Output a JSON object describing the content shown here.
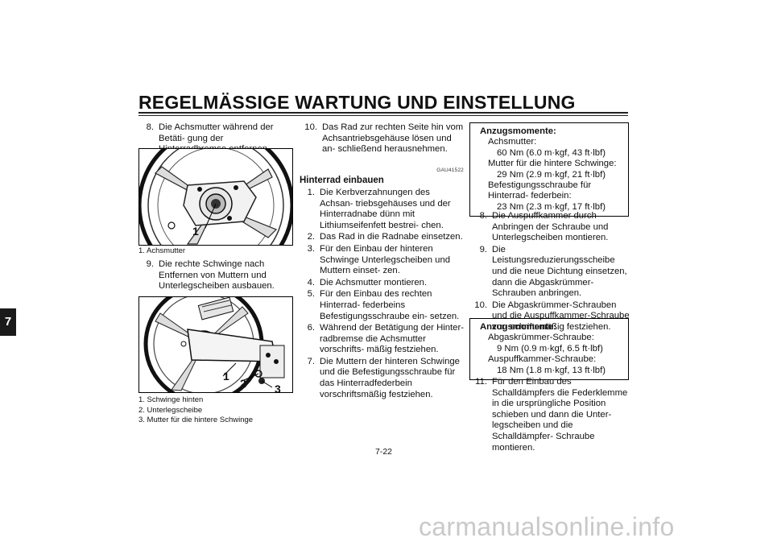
{
  "header": {
    "title": "REGELMÄSSIGE WARTUNG UND EINSTELLUNG",
    "chapter_tab": "7"
  },
  "left": {
    "step8": {
      "num": "8.",
      "text": "Die Achsmutter während der Betäti- gung der Hinterradbremse entfernen."
    },
    "fig1": {
      "callout": "1",
      "captions": [
        "1. Achsmutter"
      ]
    },
    "step9": {
      "num": "9.",
      "text": "Die rechte Schwinge nach Entfernen von Muttern und Unterlegscheiben ausbauen."
    },
    "fig2": {
      "callouts": [
        "1",
        "2",
        "3"
      ],
      "captions": [
        "1. Schwinge hinten",
        "2. Unterlegscheibe",
        "3. Mutter für die hintere Schwinge"
      ]
    }
  },
  "middle": {
    "step10": {
      "num": "10.",
      "text": "Das Rad zur rechten Seite hin vom Achsantriebsgehäuse lösen und an- schließend herausnehmen."
    },
    "code": "GAU41522",
    "heading": "Hinterrad einbauen",
    "steps": [
      {
        "num": "1.",
        "text": "Die Kerbverzahnungen des Achsan- triebsgehäuses und der Hinterradnabe dünn mit Lithiumseifenfett bestrei- chen."
      },
      {
        "num": "2.",
        "text": "Das Rad in die Radnabe einsetzen."
      },
      {
        "num": "3.",
        "text": "Für den Einbau der hinteren Schwinge Unterlegscheiben und Muttern einset- zen."
      },
      {
        "num": "4.",
        "text": "Die Achsmutter montieren."
      },
      {
        "num": "5.",
        "text": "Für den Einbau des rechten Hinterrad- federbeins Befestigungsschraube ein- setzen."
      },
      {
        "num": "6.",
        "text": "Während der Betätigung der Hinter- radbremse die Achsmutter vorschrifts- mäßig festziehen."
      },
      {
        "num": "7.",
        "text": "Die Muttern der hinteren Schwinge und die Befestigungsschraube für das Hinterradfederbein vorschriftsmäßig festziehen."
      }
    ]
  },
  "right": {
    "torque1": {
      "title": "Anzugsmomente:",
      "l1": "Achsmutter:",
      "l2": "60 Nm (6.0 m·kgf, 43 ft·lbf)",
      "l3": "Mutter für die hintere Schwinge:",
      "l4": "29 Nm (2.9 m·kgf, 21 ft·lbf)",
      "l5": "Befestigungsschraube für Hinterrad- federbein:",
      "l6": "23 Nm (2.3 m·kgf, 17 ft·lbf)"
    },
    "steps": [
      {
        "num": "8.",
        "text": "Die Auspuffkammer durch Anbringen der Schraube und Unterlegscheiben montieren."
      },
      {
        "num": "9.",
        "text": "Die Leistungsreduzierungsscheibe und die neue Dichtung einsetzen, dann die Abgaskrümmer-Schrauben anbringen."
      },
      {
        "num": "10.",
        "text": "Die Abgaskrümmer-Schrauben und die Auspuffkammer-Schraube vor- schriftsmäßig festziehen."
      }
    ],
    "torque2": {
      "title": "Anzugsmomente:",
      "l1": "Abgaskrümmer-Schraube:",
      "l2": "9 Nm (0.9 m·kgf, 6.5 ft·lbf)",
      "l3": "Auspuffkammer-Schraube:",
      "l4": "18 Nm (1.8 m·kgf, 13 ft·lbf)"
    },
    "step11": {
      "num": "11.",
      "text": "Für den Einbau des Schalldämpfers die Federklemme in die ursprüngliche Position schieben und dann die Unter- legscheiben und die Schalldämpfer- Schraube montieren."
    }
  },
  "footer": {
    "page_number": "7-22",
    "watermark": "carmanualsonline.info"
  }
}
